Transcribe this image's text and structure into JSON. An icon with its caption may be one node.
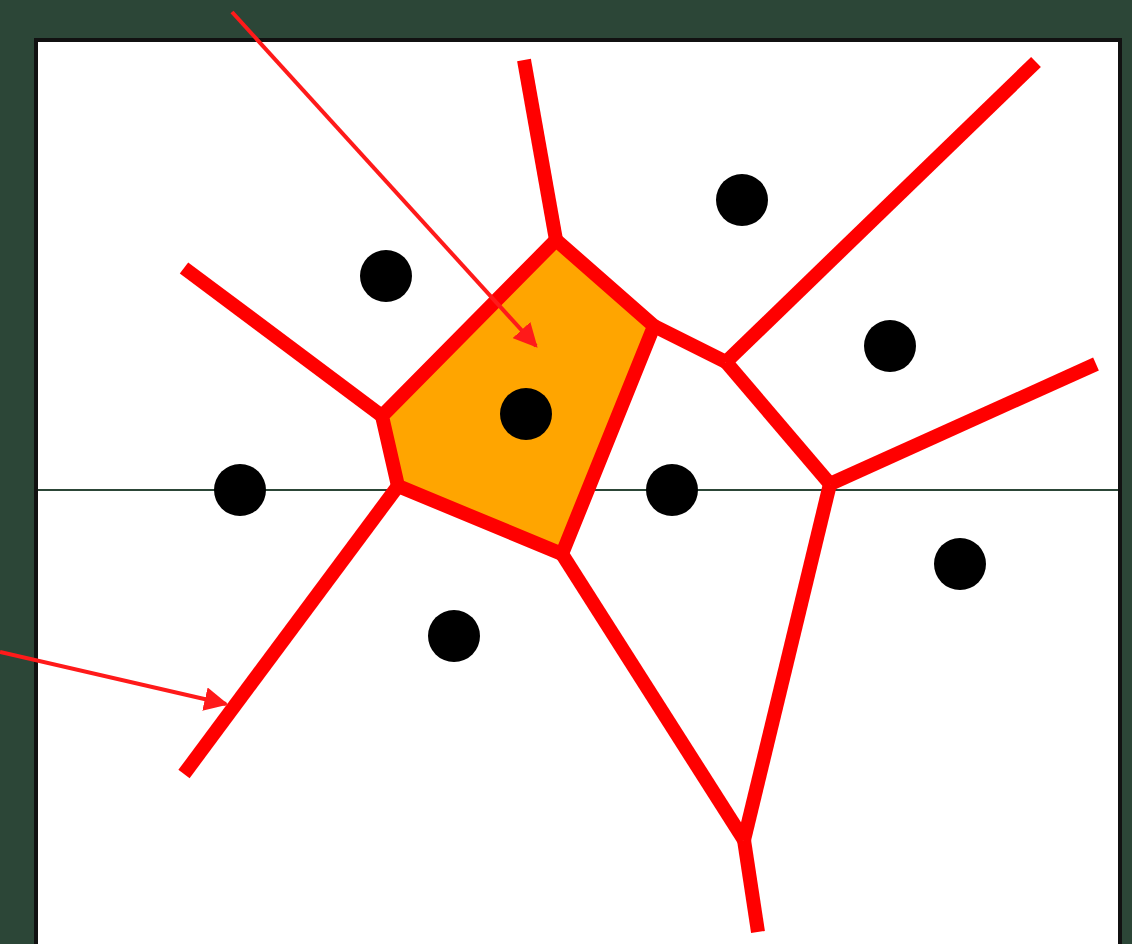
{
  "diagram": {
    "nodes": [
      {
        "text": [],
        "shape": "polygon"
      },
      {
        "text": [],
        "shape": "line"
      }
    ],
    "edges": [
      {
        "from": null,
        "to": 0,
        "arrow": "to"
      },
      {
        "from": null,
        "to": 1,
        "arrow": "to"
      }
    ]
  }
}
